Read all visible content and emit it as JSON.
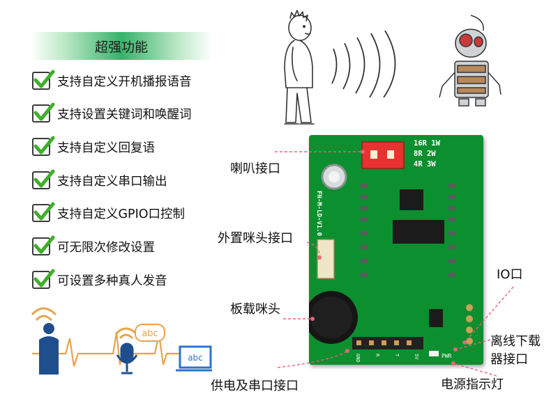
{
  "header": {
    "title": "超强功能"
  },
  "features": [
    {
      "text": "支持自定义开机播报语音"
    },
    {
      "text": "支持设置关键词和唤醒词"
    },
    {
      "text": "支持自定义回复语"
    },
    {
      "text": "支持自定义串口输出"
    },
    {
      "text": "支持自定义GPIO口控制"
    },
    {
      "text": "可无限次修改设置"
    },
    {
      "text": "可设置多种真人发音"
    }
  ],
  "callouts": {
    "speaker": "喇叭接口",
    "mic_ext_1": "外置咪头接口",
    "mic_board": "板载咪头",
    "power_serial": "供电及串口接口",
    "io": "IO口",
    "offline_dl_line1": "离线下载",
    "offline_dl_line2": "器接口",
    "power_led": "电源指示灯"
  },
  "board": {
    "silk_speaker_spec": [
      "16R 1W",
      "8R 2W",
      "4R 3W"
    ],
    "silk_model": "FN-M-LD-V1.0",
    "silk_pwr": "PWR",
    "silk_pins": [
      "GND",
      "R",
      "T",
      "5V"
    ],
    "abc_bubble": "abc",
    "abc_screen": "abc"
  },
  "colors": {
    "accent_green": "#37b36a",
    "pcb_green": "#0c8f2f",
    "callout_line": "#e8637c",
    "check_green": "#3fae2a"
  }
}
